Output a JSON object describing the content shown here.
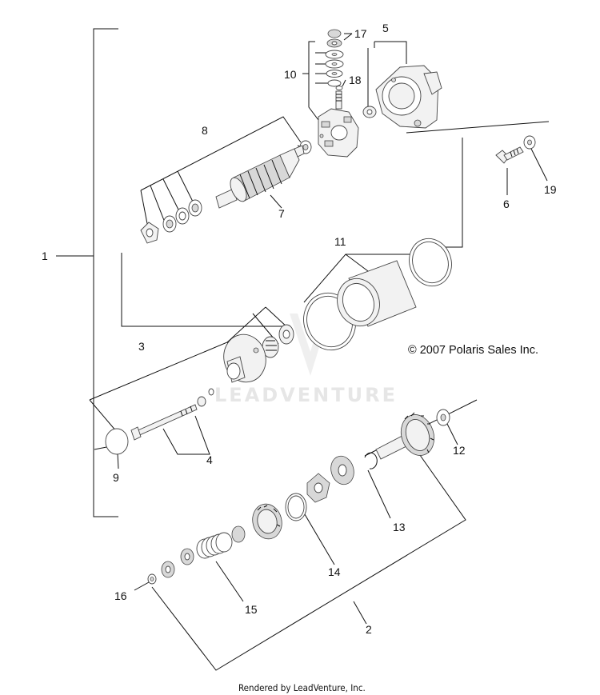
{
  "diagram": {
    "callouts": {
      "c1": "1",
      "c2": "2",
      "c3": "3",
      "c4": "4",
      "c5": "5",
      "c6": "6",
      "c7": "7",
      "c8": "8",
      "c9": "9",
      "c10": "10",
      "c11": "11",
      "c12": "12",
      "c13": "13",
      "c14": "14",
      "c15": "15",
      "c16": "16",
      "c17": "17",
      "c18": "18",
      "c19": "19"
    },
    "copyright": "© 2007 Polaris Sales Inc.",
    "watermark": "LEADVENTURE",
    "footer": "Rendered by LeadVenture, Inc."
  }
}
